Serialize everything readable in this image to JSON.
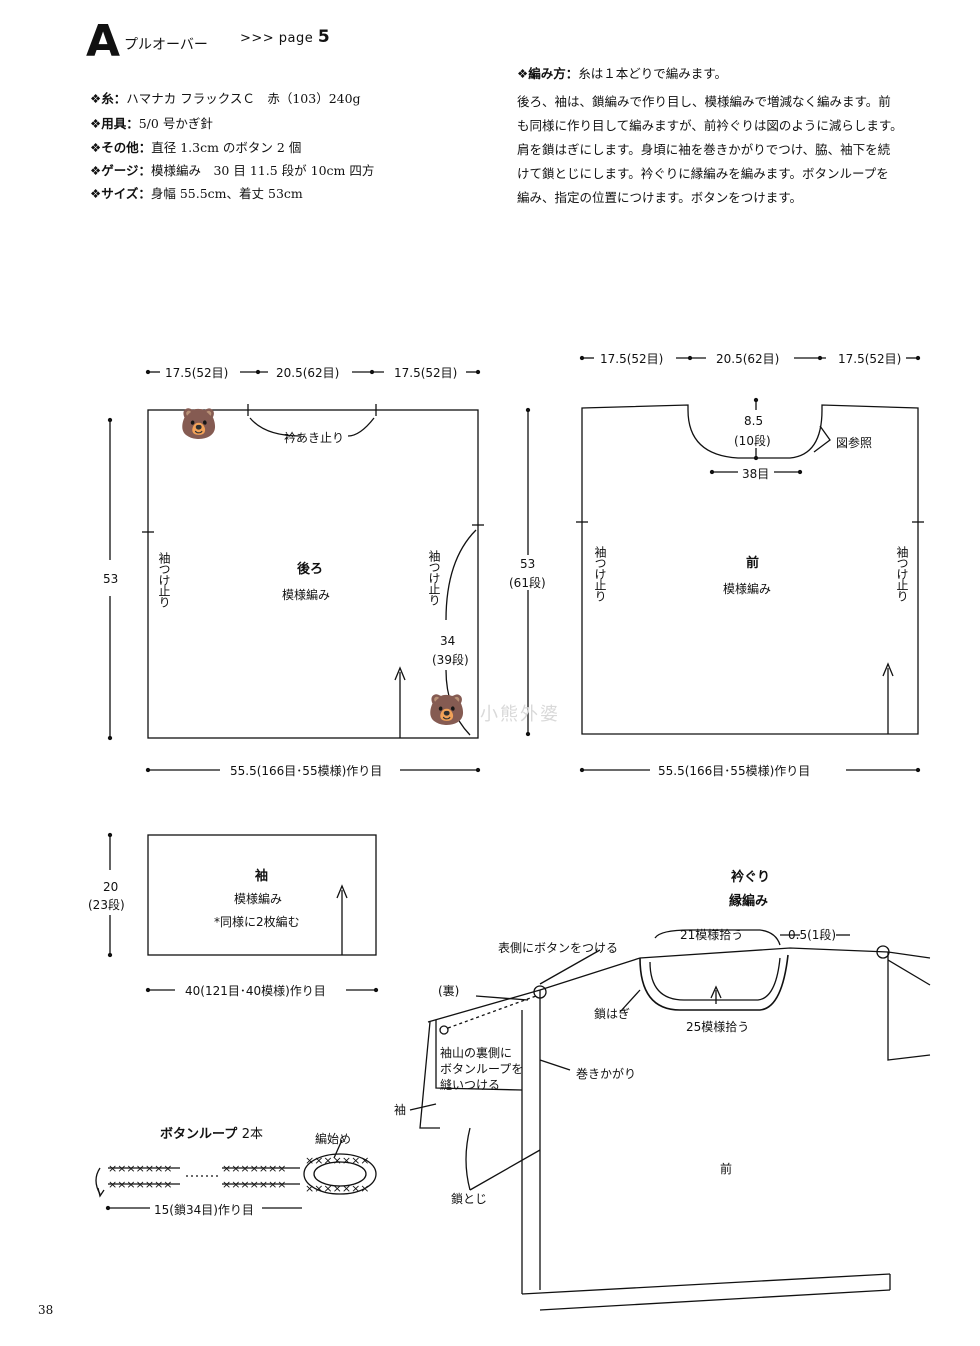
{
  "header": {
    "letter": "A",
    "title": "プルオーバー",
    "page_ref_prefix": ">>> page",
    "page_ref_num": "5"
  },
  "materials": [
    {
      "label": "糸：",
      "text": "ハマナカ フラックスＣ　赤（103）240g"
    },
    {
      "label": "用具：",
      "text": "5/0 号かぎ針"
    },
    {
      "label": "その他：",
      "text": "直径 1.3cm のボタン 2 個"
    },
    {
      "label": "ゲージ：",
      "text": "模様編み　30 目 11.5 段が 10cm 四方"
    },
    {
      "label": "サイズ：",
      "text": "身幅 55.5cm、着丈 53cm"
    }
  ],
  "howto": {
    "label": "編み方：",
    "first": "糸は１本どりで編みます。",
    "lines": [
      "後ろ、袖は、鎖編みで作り目し、模様編みで増減なく編みます。前",
      "も同様に作り目して編みますが、前衿ぐりは図のように減らします。",
      "肩を鎖はぎにします。身頃に袖を巻きかがりでつけ、脇、袖下を続",
      "けて鎖とじにします。衿ぐりに縁編みを編みます。ボタンループを",
      "編み、指定の位置につけます。ボタンをつけます。"
    ]
  },
  "back": {
    "top_left": "17.5(52目)",
    "top_mid": "20.5(62目)",
    "top_right": "17.5(52目)",
    "collar_stop": "衿あき止り",
    "height": "53",
    "sleeve_stop": "袖つけ止り",
    "name": "後ろ",
    "pattern": "模様編み",
    "side": "34",
    "side_rows": "(39段)",
    "bottom": "55.5(166目･55模様)作り目"
  },
  "front": {
    "top_left": "17.5(52目)",
    "top_mid": "20.5(62目)",
    "top_right": "17.5(52目)",
    "neck_depth": "8.5",
    "neck_rows": "(10段)",
    "neck_width": "38目",
    "see_fig": "図参照",
    "height": "53",
    "height_rows": "(61段)",
    "sleeve_stop": "袖つけ止り",
    "name": "前",
    "pattern": "模様編み",
    "bottom": "55.5(166目･55模様)作り目"
  },
  "sleeve": {
    "name": "袖",
    "pattern": "模様編み",
    "note": "*同様に2枚編む",
    "height": "20",
    "height_rows": "(23段)",
    "bottom": "40(121目･40模様)作り目"
  },
  "collar": {
    "title": "衿ぐり",
    "subtitle": "縁編み",
    "pick_top": "21模様拾う",
    "width": "0.5(1段)",
    "pick_bottom": "25模様拾う",
    "button_outer": "表側にボタンをつける",
    "inside": "(裏)",
    "shoulder_join": "鎖はぎ",
    "loop_note_1": "袖山の裏側に",
    "loop_note_2": "ボタンループを",
    "loop_note_3": "縫いつける",
    "whip": "巻きかがり",
    "sleeve_label": "袖",
    "side_join": "鎖とじ",
    "front_label": "前"
  },
  "loop": {
    "title": "ボタンループ",
    "count": "2本",
    "start": "編始め",
    "length": "15(鎖34目)作り目"
  },
  "footer": {
    "page_number": "38",
    "watermark": "小熊外婆"
  }
}
